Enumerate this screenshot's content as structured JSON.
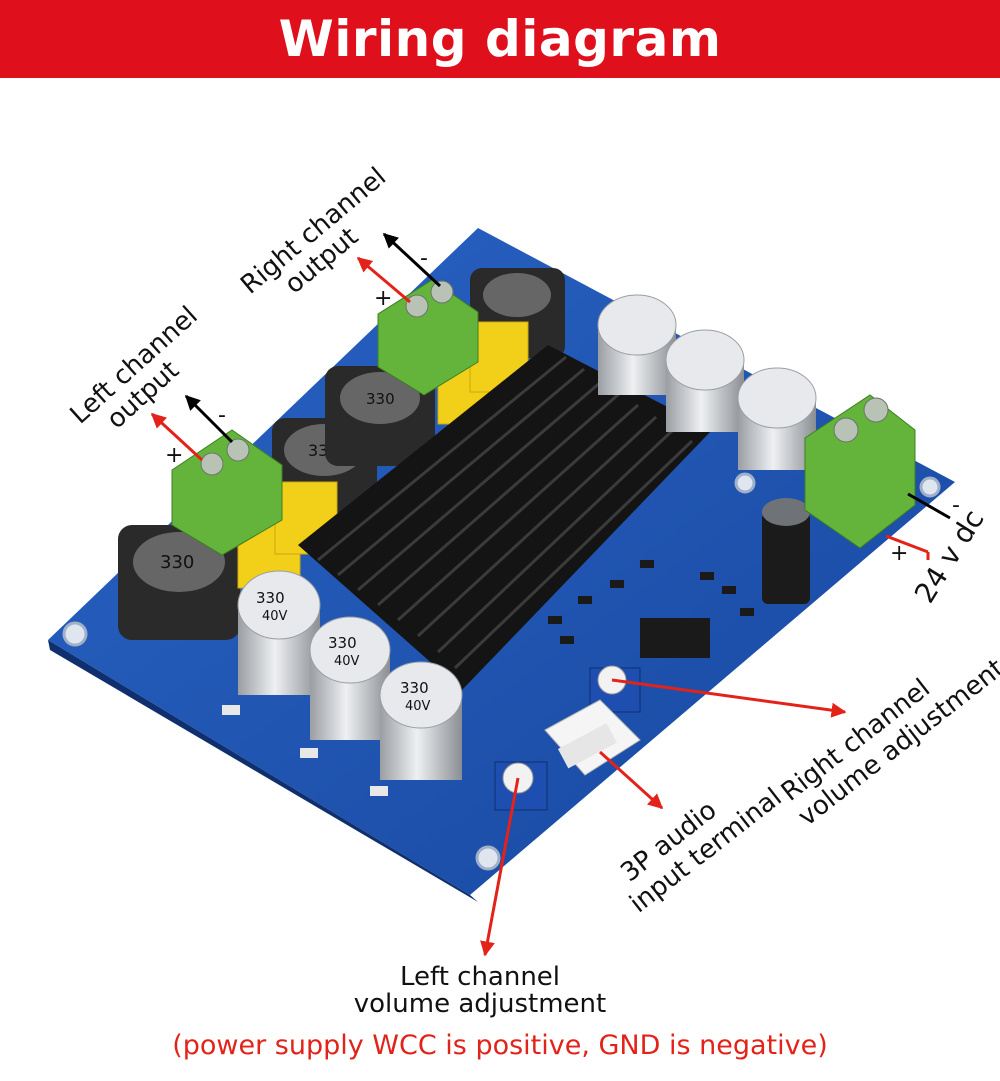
{
  "title": "Wiring diagram",
  "labels": {
    "left_output_line1": "Left channel",
    "left_output_line2": "output",
    "right_output_line1": "Right channel",
    "right_output_line2": "output",
    "power_input": "24 v dc",
    "right_volume_line1": "Right channel",
    "right_volume_line2": "volume adjustment",
    "audio_input_line1": "3P audio",
    "audio_input_line2": "input terminal",
    "left_volume_line1": "Left channel",
    "left_volume_line2": "volume adjustment"
  },
  "polarity": {
    "positive": "+",
    "negative": "-"
  },
  "component_markings": {
    "inductor": "330",
    "capacitor_value": "330",
    "capacitor_voltage": "40V"
  },
  "footer_note": "(power supply WCC is positive, GND is negative)",
  "colors": {
    "banner": "#df0f1c",
    "board": "#1f56b8",
    "terminal_block": "#64b43c",
    "heatsink": "#111111",
    "capacitor_film": "#f2cf18",
    "arrow_positive": "#e3231a",
    "arrow_negative": "#000000",
    "footer_text": "#e2231a"
  },
  "icons": {
    "positive_arrow": "red-arrow-icon",
    "negative_arrow": "black-arrow-icon"
  }
}
